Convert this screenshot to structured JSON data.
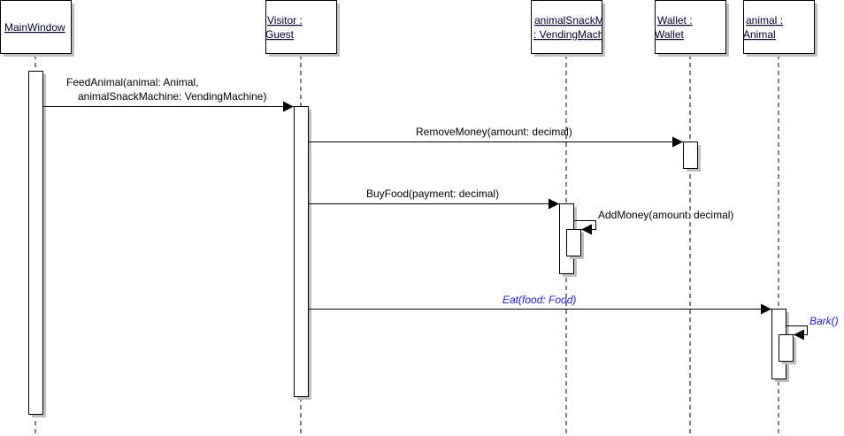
{
  "diagram_type": "UML sequence diagram",
  "lifelines": [
    {
      "line1": "MainWindow",
      "line2": ""
    },
    {
      "line1": "Visitor :",
      "line2": "Guest"
    },
    {
      "line1": "animalSnackM",
      "line2": ": VendingMach"
    },
    {
      "line1": "Wallet :",
      "line2": "Wallet"
    },
    {
      "line1": "animal :",
      "line2": "Animal"
    }
  ],
  "messages": [
    {
      "from": "MainWindow",
      "to": "Visitor : Guest",
      "line1": "FeedAnimal(animal: Animal,",
      "line2": "animalSnackMachine: VendingMachine)"
    },
    {
      "from": "Visitor : Guest",
      "to": "Wallet : Wallet",
      "label": "RemoveMoney(amount: decimal)"
    },
    {
      "from": "Visitor : Guest",
      "to": "animalSnackMachine : VendingMachine",
      "label": "BuyFood(payment: decimal)"
    },
    {
      "from": "animalSnackMachine : VendingMachine",
      "to": "self",
      "label": "AddMoney(amount: decimal)"
    },
    {
      "from": "Visitor : Guest",
      "to": "animal : Animal",
      "label": "Eat(food: Food)",
      "style": "abstract"
    },
    {
      "from": "animal : Animal",
      "to": "self",
      "label": "Bark()",
      "style": "abstract"
    }
  ],
  "colors": {
    "abstract_message_text": "#1a1aff",
    "shadow": "#c0c0c0"
  }
}
